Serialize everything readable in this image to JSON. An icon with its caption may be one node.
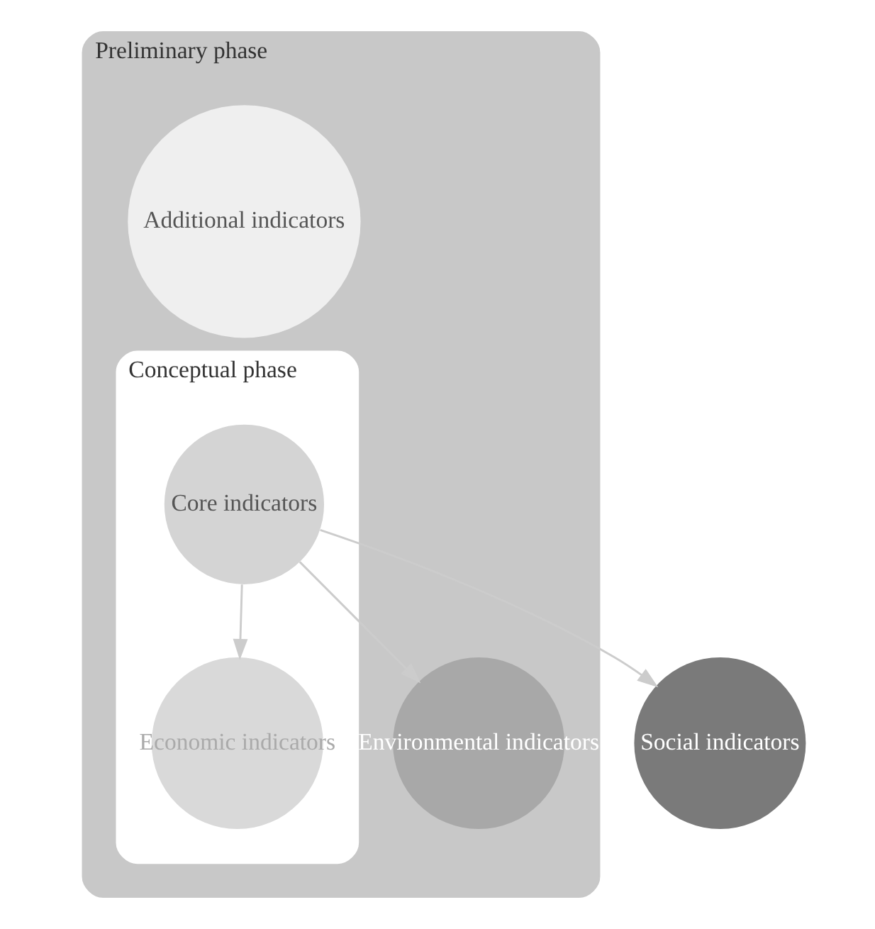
{
  "diagram": {
    "nodes": [
      {
        "text": [
          "Preliminary phase"
        ]
      },
      {
        "text": [
          "Additional indicators"
        ],
        "in": 0
      },
      {
        "text": [
          "Conceptual phase"
        ],
        "in": 0
      },
      {
        "text": [
          "Core indicators"
        ],
        "in": 2
      },
      {
        "text": [
          "Economic indicators"
        ],
        "in": 2
      },
      {
        "text": [
          "Environmental indicators"
        ],
        "in": 0
      },
      {
        "text": [
          "Social indicators"
        ]
      }
    ],
    "edges": [
      {
        "from": 3,
        "to": 4,
        "arrow": "to"
      },
      {
        "from": 3,
        "to": 6,
        "arrow": "to"
      },
      {
        "from": 3,
        "to": 5,
        "arrow": "to"
      }
    ]
  }
}
